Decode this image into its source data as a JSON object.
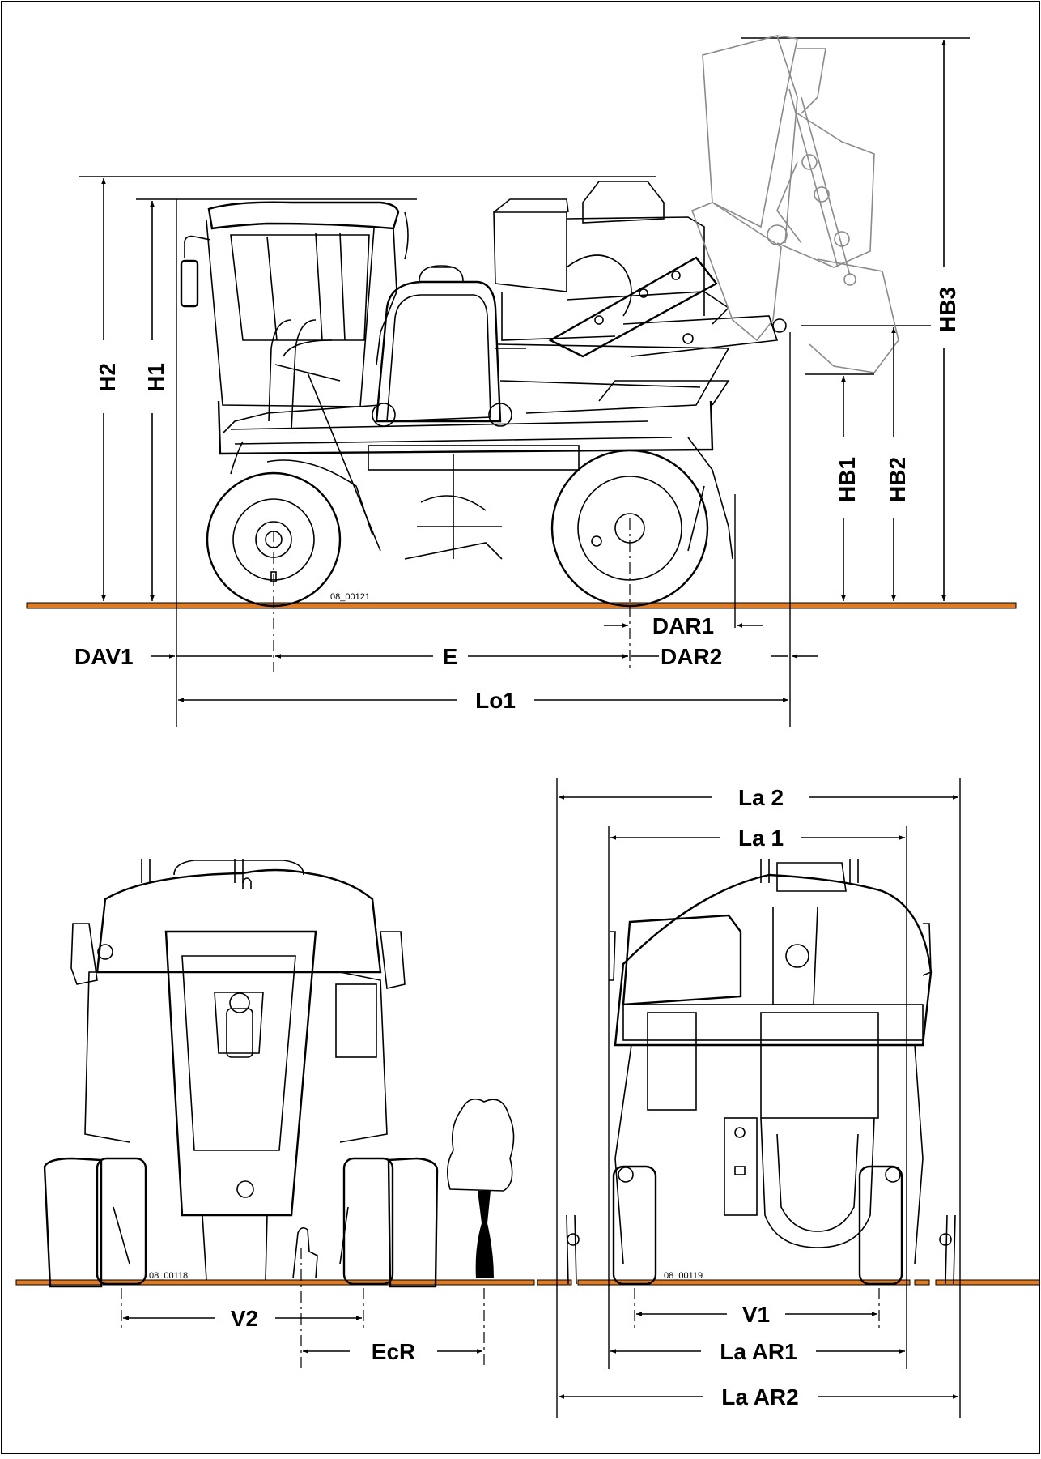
{
  "drawing_refs": {
    "side": "08_00121",
    "front": "08_00118",
    "rear": "08_00119"
  },
  "dimensions": {
    "h2": "H2",
    "h1": "H1",
    "hb1": "HB1",
    "hb2": "HB2",
    "hb3": "HB3",
    "dav1": "DAV1",
    "e": "E",
    "dar1": "DAR1",
    "dar2": "DAR2",
    "lo1": "Lo1",
    "v2": "V2",
    "ecr": "EcR",
    "la2": "La 2",
    "la1": "La 1",
    "v1": "V1",
    "laar1": "La AR1",
    "laar2": "La AR2"
  },
  "colors": {
    "ground": "#e07b1f",
    "line": "#000000",
    "ghost": "#8a8a8a"
  }
}
